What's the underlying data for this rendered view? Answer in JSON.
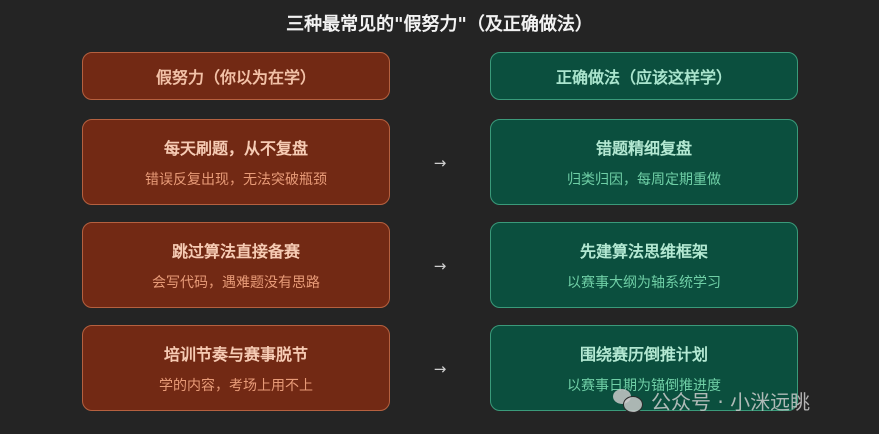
{
  "title": "三种最常见的\"假努力\"（及正确做法）",
  "headers": {
    "left": "假努力（你以为在学）",
    "right": "正确做法（应该这样学）"
  },
  "rows": [
    {
      "wrong": {
        "main": "每天刷题，从不复盘",
        "sub": "错误反复出现，无法突破瓶颈"
      },
      "arrow": "→",
      "right": {
        "main": "错题精细复盘",
        "sub": "归类归因，每周定期重做"
      }
    },
    {
      "wrong": {
        "main": "跳过算法直接备赛",
        "sub": "会写代码，遇难题没有思路"
      },
      "arrow": "→",
      "right": {
        "main": "先建算法思维框架",
        "sub": "以赛事大纲为轴系统学习"
      }
    },
    {
      "wrong": {
        "main": "培训节奏与赛事脱节",
        "sub": "学的内容，考场上用不上"
      },
      "arrow": "→",
      "right": {
        "main": "围绕赛历倒推计划",
        "sub": "以赛事日期为锚倒推进度"
      }
    }
  ],
  "watermark": {
    "text": "公众号 · 小洣远眺",
    "icon": "wechat-icon"
  },
  "colors": {
    "background": "#242424",
    "wrong_fill": "#722914",
    "wrong_border": "#b5603f",
    "right_fill": "#0b4f3e",
    "right_border": "#3a9a7a"
  }
}
